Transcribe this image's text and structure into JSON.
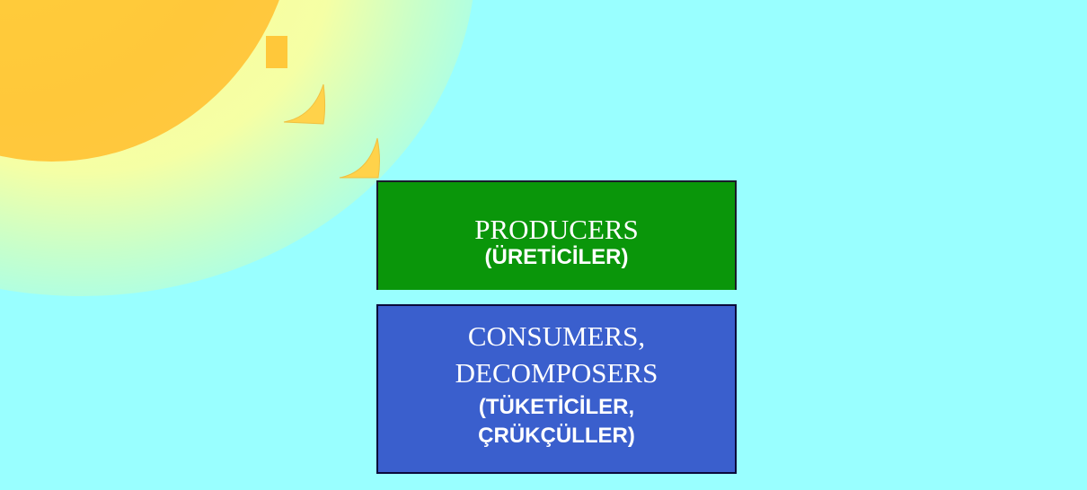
{
  "diagram": {
    "producers": {
      "label_en": "PRODUCERS",
      "label_tr": "(ÜRETİCİLER)"
    },
    "consumers": {
      "label_en_line1": "CONSUMERS,",
      "label_en_line2": "DECOMPOSERS",
      "label_tr_line1": "(TÜKETİCİLER,",
      "label_tr_line2": "ÇRÜKÇÜLLER)"
    }
  },
  "colors": {
    "sky": "#99ffff",
    "sun": "#ffc83a",
    "producers_fill": "#0a960a",
    "consumers_fill": "#3a5fcd",
    "text": "#ffffff"
  },
  "icons": {
    "sun": "sun-icon",
    "rays": "sun-ray-icon"
  }
}
